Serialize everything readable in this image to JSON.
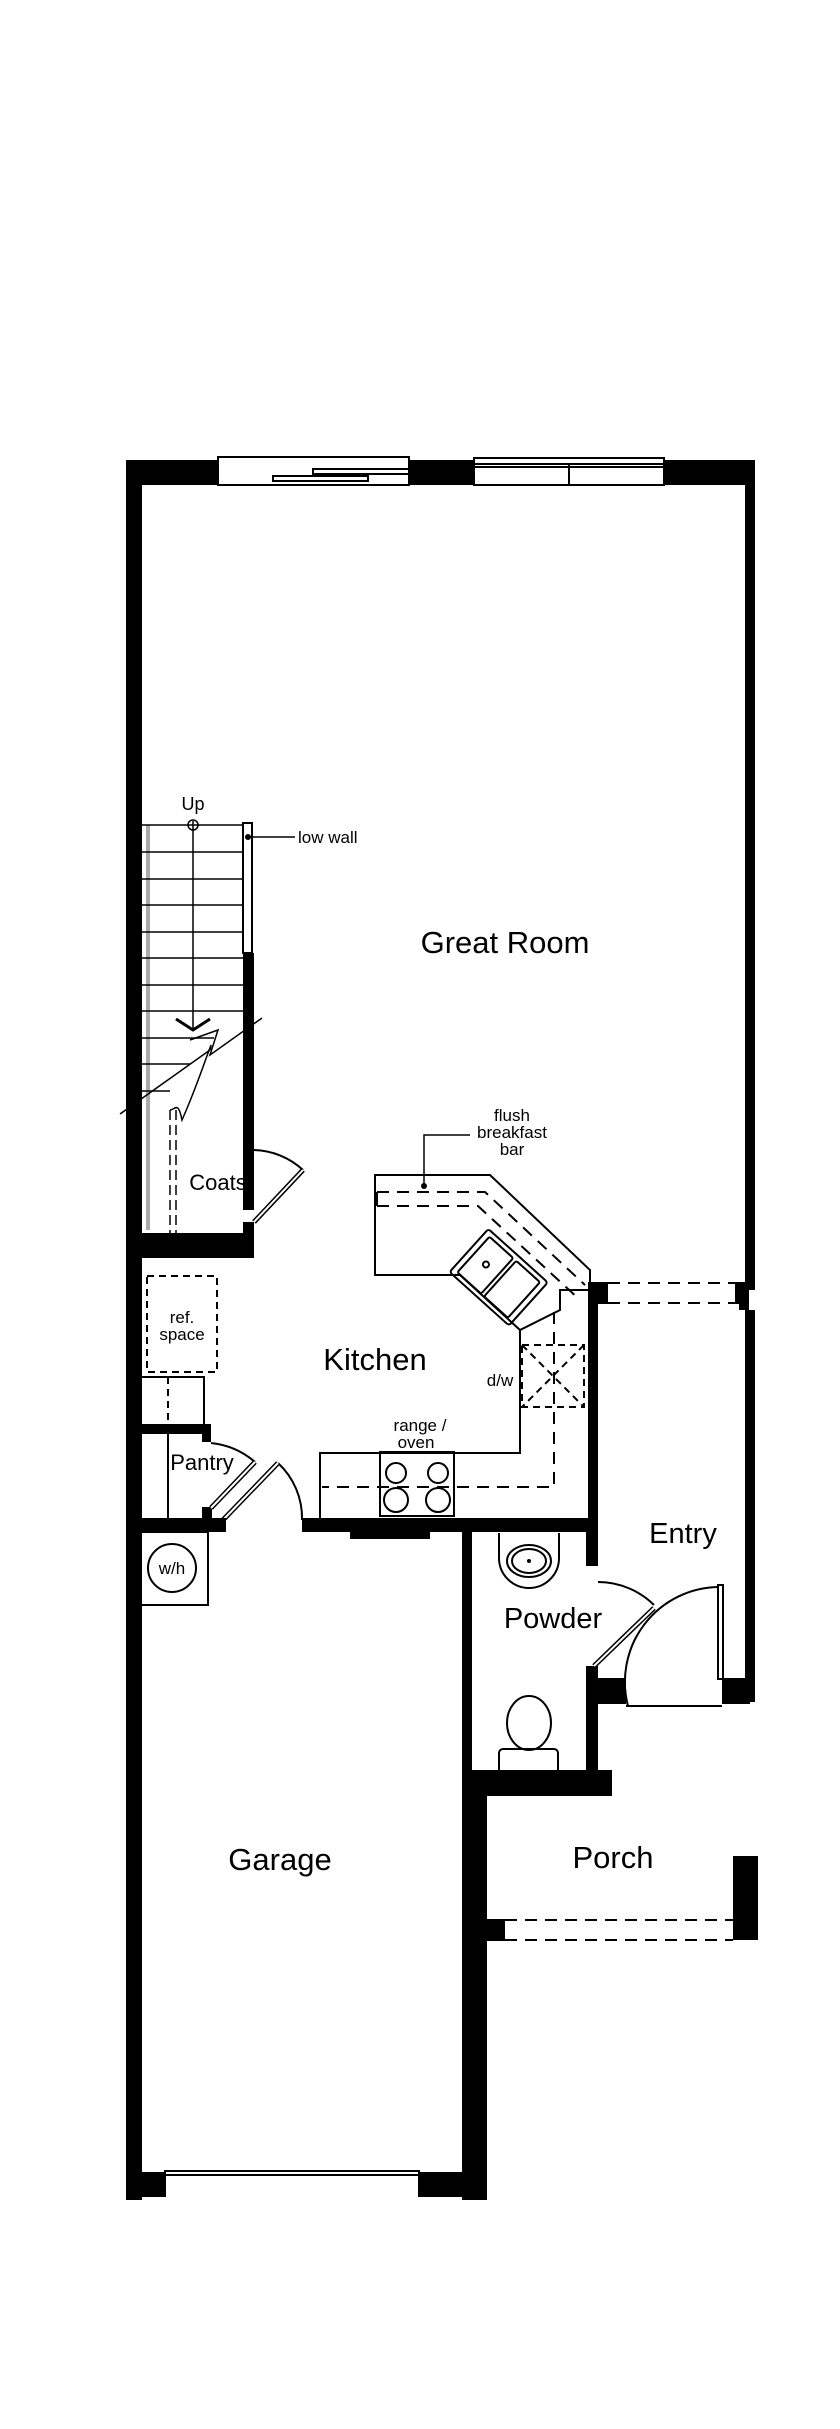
{
  "plan": {
    "rooms": [
      {
        "id": "great-room",
        "label": "Great Room"
      },
      {
        "id": "kitchen",
        "label": "Kitchen"
      },
      {
        "id": "coats",
        "label": "Coats"
      },
      {
        "id": "pantry",
        "label": "Pantry"
      },
      {
        "id": "entry",
        "label": "Entry"
      },
      {
        "id": "powder",
        "label": "Powder"
      },
      {
        "id": "garage",
        "label": "Garage"
      },
      {
        "id": "porch",
        "label": "Porch"
      }
    ],
    "annotations": {
      "stairs_up": "Up",
      "low_wall": "low wall",
      "breakfast_bar_1": "flush",
      "breakfast_bar_2": "breakfast",
      "breakfast_bar_3": "bar",
      "ref_space_1": "ref.",
      "ref_space_2": "space",
      "dishwasher": "d/w",
      "range_1": "range /",
      "range_2": "oven",
      "water_heater": "w/h"
    },
    "colors": {
      "wall": "#000000",
      "background": "#ffffff",
      "stair_rail": "#aaaaaa"
    }
  }
}
